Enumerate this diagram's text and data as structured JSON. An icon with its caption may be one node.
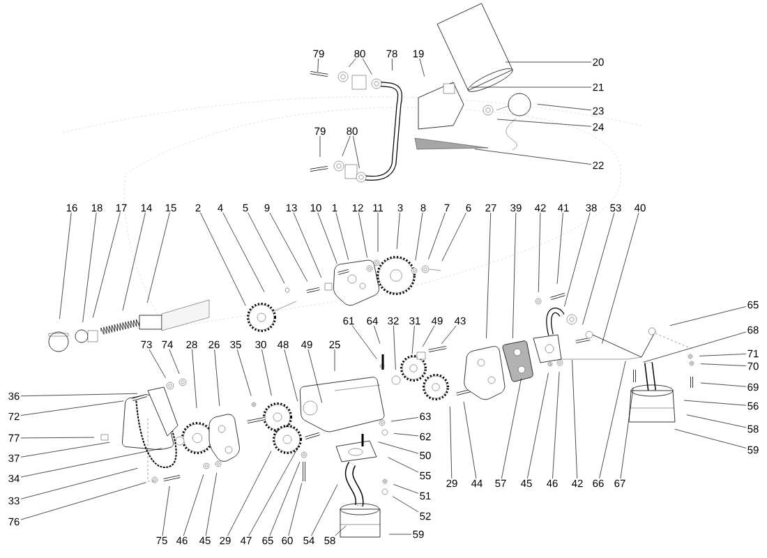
{
  "diagram": {
    "nodes": [
      {
        "text": [
          "79"
        ]
      },
      {
        "text": [
          "80"
        ]
      },
      {
        "text": [
          "78"
        ]
      },
      {
        "text": [
          "19"
        ]
      },
      {
        "text": [
          "20"
        ]
      },
      {
        "text": [
          "21"
        ]
      },
      {
        "text": [
          "23"
        ]
      },
      {
        "text": [
          "24"
        ]
      },
      {
        "text": [
          "22"
        ]
      },
      {
        "text": [
          "79"
        ]
      },
      {
        "text": [
          "80"
        ]
      },
      {
        "text": [
          "16"
        ]
      },
      {
        "text": [
          "18"
        ]
      },
      {
        "text": [
          "17"
        ]
      },
      {
        "text": [
          "14"
        ]
      },
      {
        "text": [
          "15"
        ]
      },
      {
        "text": [
          "2"
        ]
      },
      {
        "text": [
          "4"
        ]
      },
      {
        "text": [
          "5"
        ]
      },
      {
        "text": [
          "9"
        ]
      },
      {
        "text": [
          "13"
        ]
      },
      {
        "text": [
          "10"
        ]
      },
      {
        "text": [
          "1"
        ]
      },
      {
        "text": [
          "12"
        ]
      },
      {
        "text": [
          "11"
        ]
      },
      {
        "text": [
          "3"
        ]
      },
      {
        "text": [
          "8"
        ]
      },
      {
        "text": [
          "7"
        ]
      },
      {
        "text": [
          "6"
        ]
      },
      {
        "text": [
          "27"
        ]
      },
      {
        "text": [
          "39"
        ]
      },
      {
        "text": [
          "42"
        ]
      },
      {
        "text": [
          "41"
        ]
      },
      {
        "text": [
          "38"
        ]
      },
      {
        "text": [
          "53"
        ]
      },
      {
        "text": [
          "40"
        ]
      },
      {
        "text": [
          "65"
        ]
      },
      {
        "text": [
          "68"
        ]
      },
      {
        "text": [
          "71"
        ]
      },
      {
        "text": [
          "70"
        ]
      },
      {
        "text": [
          "69"
        ]
      },
      {
        "text": [
          "56"
        ]
      },
      {
        "text": [
          "58"
        ]
      },
      {
        "text": [
          "59"
        ]
      },
      {
        "text": [
          "61"
        ]
      },
      {
        "text": [
          "64"
        ]
      },
      {
        "text": [
          "32"
        ]
      },
      {
        "text": [
          "31"
        ]
      },
      {
        "text": [
          "49"
        ]
      },
      {
        "text": [
          "43"
        ]
      },
      {
        "text": [
          "73"
        ]
      },
      {
        "text": [
          "74"
        ]
      },
      {
        "text": [
          "28"
        ]
      },
      {
        "text": [
          "26"
        ]
      },
      {
        "text": [
          "35"
        ]
      },
      {
        "text": [
          "30"
        ]
      },
      {
        "text": [
          "48"
        ]
      },
      {
        "text": [
          "49"
        ]
      },
      {
        "text": [
          "25"
        ]
      },
      {
        "text": [
          "36"
        ]
      },
      {
        "text": [
          "72"
        ]
      },
      {
        "text": [
          "77"
        ]
      },
      {
        "text": [
          "37"
        ]
      },
      {
        "text": [
          "34"
        ]
      },
      {
        "text": [
          "33"
        ]
      },
      {
        "text": [
          "76"
        ]
      },
      {
        "text": [
          "75"
        ]
      },
      {
        "text": [
          "46"
        ]
      },
      {
        "text": [
          "45"
        ]
      },
      {
        "text": [
          "29"
        ]
      },
      {
        "text": [
          "47"
        ]
      },
      {
        "text": [
          "65"
        ]
      },
      {
        "text": [
          "60"
        ]
      },
      {
        "text": [
          "54"
        ]
      },
      {
        "text": [
          "58"
        ]
      },
      {
        "text": [
          "59"
        ]
      },
      {
        "text": [
          "63"
        ]
      },
      {
        "text": [
          "62"
        ]
      },
      {
        "text": [
          "50"
        ]
      },
      {
        "text": [
          "55"
        ]
      },
      {
        "text": [
          "51"
        ]
      },
      {
        "text": [
          "52"
        ]
      },
      {
        "text": [
          "29"
        ]
      },
      {
        "text": [
          "44"
        ]
      },
      {
        "text": [
          "57"
        ]
      },
      {
        "text": [
          "45"
        ]
      },
      {
        "text": [
          "46"
        ]
      },
      {
        "text": [
          "42"
        ]
      },
      {
        "text": [
          "66"
        ]
      },
      {
        "text": [
          "67"
        ]
      }
    ],
    "edges": [
      {
        "from": 0,
        "to": null,
        "arrow": "none"
      },
      {
        "from": 1,
        "to": null,
        "arrow": "none"
      },
      {
        "from": 1,
        "to": null,
        "arrow": "none"
      },
      {
        "from": 2,
        "to": null,
        "arrow": "none"
      },
      {
        "from": 3,
        "to": null,
        "arrow": "none"
      },
      {
        "from": 4,
        "to": null,
        "arrow": "none"
      },
      {
        "from": 5,
        "to": null,
        "arrow": "none"
      },
      {
        "from": 6,
        "to": null,
        "arrow": "none"
      },
      {
        "from": 7,
        "to": null,
        "arrow": "none"
      },
      {
        "from": 8,
        "to": null,
        "arrow": "none"
      },
      {
        "from": 9,
        "to": null,
        "arrow": "none"
      },
      {
        "from": 10,
        "to": null,
        "arrow": "none"
      },
      {
        "from": 10,
        "to": null,
        "arrow": "none"
      },
      {
        "from": 11,
        "to": null,
        "arrow": "none"
      },
      {
        "from": 12,
        "to": null,
        "arrow": "none"
      },
      {
        "from": 13,
        "to": null,
        "arrow": "none"
      },
      {
        "from": 14,
        "to": null,
        "arrow": "none"
      },
      {
        "from": 15,
        "to": null,
        "arrow": "none"
      },
      {
        "from": 16,
        "to": null,
        "arrow": "none"
      },
      {
        "from": 17,
        "to": null,
        "arrow": "none"
      },
      {
        "from": 18,
        "to": null,
        "arrow": "none"
      },
      {
        "from": 19,
        "to": null,
        "arrow": "none"
      },
      {
        "from": 20,
        "to": null,
        "arrow": "none"
      },
      {
        "from": 21,
        "to": null,
        "arrow": "none"
      },
      {
        "from": 22,
        "to": null,
        "arrow": "none"
      },
      {
        "from": 23,
        "to": null,
        "arrow": "none"
      },
      {
        "from": 24,
        "to": null,
        "arrow": "none"
      },
      {
        "from": 25,
        "to": null,
        "arrow": "none"
      },
      {
        "from": 26,
        "to": null,
        "arrow": "none"
      },
      {
        "from": 27,
        "to": null,
        "arrow": "none"
      },
      {
        "from": 28,
        "to": null,
        "arrow": "none"
      },
      {
        "from": 29,
        "to": null,
        "arrow": "none"
      },
      {
        "from": 30,
        "to": null,
        "arrow": "none"
      },
      {
        "from": 31,
        "to": null,
        "arrow": "none"
      },
      {
        "from": 32,
        "to": null,
        "arrow": "none"
      },
      {
        "from": 33,
        "to": null,
        "arrow": "none"
      },
      {
        "from": 34,
        "to": null,
        "arrow": "none"
      },
      {
        "from": 35,
        "to": null,
        "arrow": "none"
      },
      {
        "from": 36,
        "to": null,
        "arrow": "none"
      },
      {
        "from": 37,
        "to": null,
        "arrow": "none"
      },
      {
        "from": 38,
        "to": null,
        "arrow": "none"
      },
      {
        "from": 39,
        "to": null,
        "arrow": "none"
      },
      {
        "from": 40,
        "to": null,
        "arrow": "none"
      },
      {
        "from": 41,
        "to": null,
        "arrow": "none"
      },
      {
        "from": 42,
        "to": null,
        "arrow": "none"
      },
      {
        "from": 43,
        "to": null,
        "arrow": "none"
      },
      {
        "from": 44,
        "to": null,
        "arrow": "none"
      },
      {
        "from": 45,
        "to": null,
        "arrow": "none"
      },
      {
        "from": 46,
        "to": null,
        "arrow": "none"
      },
      {
        "from": 47,
        "to": null,
        "arrow": "none"
      },
      {
        "from": 48,
        "to": null,
        "arrow": "none"
      },
      {
        "from": 49,
        "to": null,
        "arrow": "none"
      },
      {
        "from": 50,
        "to": null,
        "arrow": "none"
      },
      {
        "from": 51,
        "to": null,
        "arrow": "none"
      },
      {
        "from": 52,
        "to": null,
        "arrow": "none"
      },
      {
        "from": 53,
        "to": null,
        "arrow": "none"
      },
      {
        "from": 54,
        "to": null,
        "arrow": "none"
      },
      {
        "from": 55,
        "to": null,
        "arrow": "none"
      },
      {
        "from": 56,
        "to": null,
        "arrow": "none"
      },
      {
        "from": 57,
        "to": null,
        "arrow": "none"
      },
      {
        "from": 58,
        "to": null,
        "arrow": "none"
      },
      {
        "from": 59,
        "to": null,
        "arrow": "none"
      },
      {
        "from": 60,
        "to": null,
        "arrow": "none"
      },
      {
        "from": 61,
        "to": null,
        "arrow": "none"
      },
      {
        "from": 62,
        "to": null,
        "arrow": "none"
      },
      {
        "from": 63,
        "to": null,
        "arrow": "none"
      },
      {
        "from": 64,
        "to": null,
        "arrow": "none"
      },
      {
        "from": 65,
        "to": null,
        "arrow": "none"
      },
      {
        "from": 66,
        "to": null,
        "arrow": "none"
      },
      {
        "from": 67,
        "to": null,
        "arrow": "none"
      },
      {
        "from": 68,
        "to": null,
        "arrow": "none"
      },
      {
        "from": 69,
        "to": null,
        "arrow": "none"
      },
      {
        "from": 70,
        "to": null,
        "arrow": "none"
      },
      {
        "from": 71,
        "to": null,
        "arrow": "none"
      },
      {
        "from": 72,
        "to": null,
        "arrow": "none"
      },
      {
        "from": 73,
        "to": null,
        "arrow": "none"
      },
      {
        "from": 74,
        "to": null,
        "arrow": "none"
      },
      {
        "from": 75,
        "to": null,
        "arrow": "none"
      },
      {
        "from": 76,
        "to": null,
        "arrow": "none"
      },
      {
        "from": 77,
        "to": null,
        "arrow": "none"
      },
      {
        "from": 78,
        "to": null,
        "arrow": "none"
      },
      {
        "from": 79,
        "to": null,
        "arrow": "none"
      },
      {
        "from": 80,
        "to": null,
        "arrow": "none"
      },
      {
        "from": 81,
        "to": null,
        "arrow": "none"
      },
      {
        "from": 82,
        "to": null,
        "arrow": "none"
      },
      {
        "from": 83,
        "to": null,
        "arrow": "none"
      },
      {
        "from": 84,
        "to": null,
        "arrow": "none"
      },
      {
        "from": 85,
        "to": null,
        "arrow": "none"
      },
      {
        "from": 86,
        "to": null,
        "arrow": "none"
      },
      {
        "from": 87,
        "to": null,
        "arrow": "none"
      },
      {
        "from": 88,
        "to": null,
        "arrow": "none"
      },
      {
        "from": 89,
        "to": null,
        "arrow": "none"
      }
    ]
  }
}
